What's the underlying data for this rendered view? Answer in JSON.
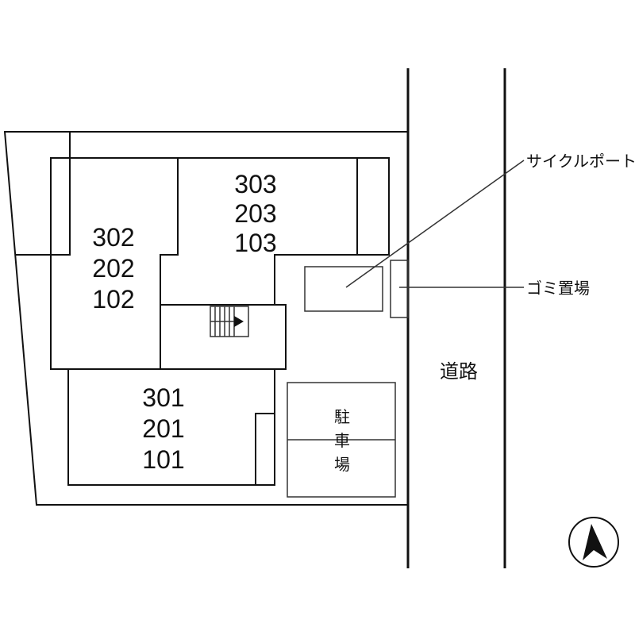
{
  "colors": {
    "unit_fill": "#f8f084",
    "line": "#111111",
    "background": "#ffffff"
  },
  "units": {
    "left": [
      "302",
      "202",
      "102"
    ],
    "top_right": [
      "303",
      "203",
      "103"
    ],
    "bottom": [
      "301",
      "201",
      "101"
    ]
  },
  "labels": {
    "cycle_port": "サイクルポート",
    "garbage_area": "ゴミ置場",
    "road": "道路",
    "parking": [
      "駐",
      "車",
      "場"
    ]
  },
  "icons": {
    "compass": "north-arrow-icon",
    "stairs": "stairs-icon"
  }
}
